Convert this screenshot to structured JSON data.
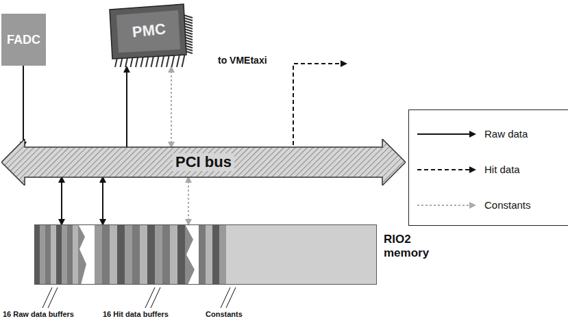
{
  "diagram": {
    "nodes": [
      {
        "text": [
          "FADC"
        ]
      },
      {
        "text": [
          "PMC"
        ]
      },
      {
        "text": [
          "PCI bus"
        ]
      },
      {
        "text": [
          "RIO2 memory"
        ]
      }
    ],
    "edges": [
      {
        "from": 0,
        "to": 2,
        "arrow": "to"
      },
      {
        "from": 2,
        "to": 1,
        "arrow": "to"
      },
      {
        "from": 2,
        "to": 1,
        "arrow": "both"
      },
      {
        "from": 2,
        "to": 3,
        "arrow": "both"
      },
      {
        "from": 2,
        "to": 3,
        "arrow": "both"
      },
      {
        "from": 2,
        "to": 3,
        "arrow": "both"
      }
    ],
    "labels": [
      "to VMEtaxi",
      "16 Raw data buffers",
      "16 Hit data buffers",
      "Constants"
    ],
    "legend": [
      {
        "text": "Raw data"
      },
      {
        "text": "Hit data"
      },
      {
        "text": "Constants"
      }
    ]
  }
}
